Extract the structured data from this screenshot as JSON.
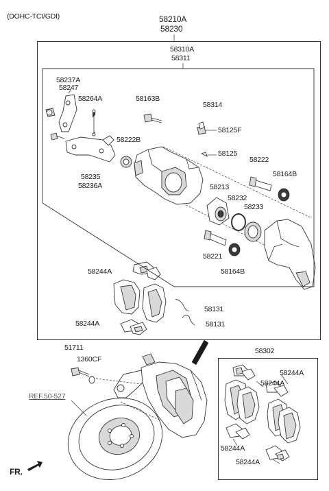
{
  "header": {
    "variant": "(DOHC-TCI/GDI)"
  },
  "labels": {
    "assy_top_a": "58210A",
    "assy_top_b": "58230",
    "caliper_a": "58310A",
    "caliper_b": "58311",
    "bracket_a": "58237A",
    "bracket_b": "58247",
    "spring": "58264A",
    "bolt_58163b": "58163B",
    "cap_58314": "58314",
    "bleeder_58125f": "58125F",
    "boot_58222b": "58222B",
    "cap_58125": "58125",
    "pin_58222": "58222",
    "boot_58164b_top": "58164B",
    "lever_a": "58235",
    "lever_b": "58236A",
    "piston_58213": "58213",
    "seal_58232": "58232",
    "boot_58233": "58233",
    "pin_58221": "58221",
    "boot_58164b_bottom": "58164B",
    "clip_top": "58244A",
    "shim_top": "58131",
    "clip_bottom": "58244A",
    "shim_bottom": "58131",
    "bolt_51711": "51711",
    "washer_1360cf": "1360CF",
    "pad_kit": "58302",
    "kit_clip_1": "58244A",
    "kit_clip_2": "58244A",
    "kit_clip_3": "58244A",
    "kit_clip_4": "58244A",
    "ref_disc": "REF.50-527",
    "front": "FR."
  },
  "colors": {
    "line": "#333333",
    "part_fill": "#ffffff",
    "shade": "#dddddd",
    "dark": "#222222"
  }
}
